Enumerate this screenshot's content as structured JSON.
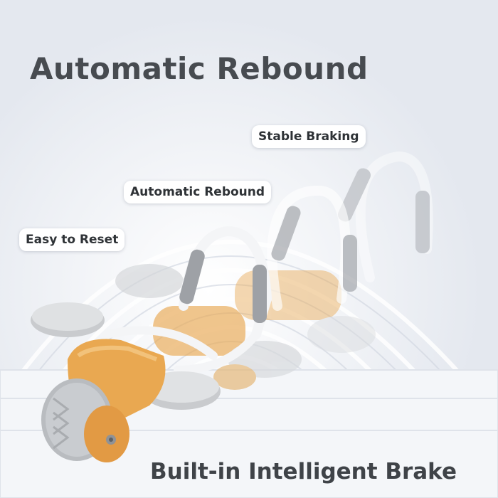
{
  "headline": "Automatic Rebound",
  "footer_text": "Built-in Intelligent Brake",
  "badges": {
    "stable": "Stable Braking",
    "rebound": "Automatic Rebound",
    "reset": "Easy to Reset"
  },
  "colors": {
    "background": "#eef1f6",
    "arch_light": "#f7f9fc",
    "headline_text": "#474b50",
    "badge_background": "#ffffff",
    "roller_orange": "#e9a851",
    "wheel_gray": "#b9bcc0",
    "grip_gray": "#9ea1a6"
  }
}
